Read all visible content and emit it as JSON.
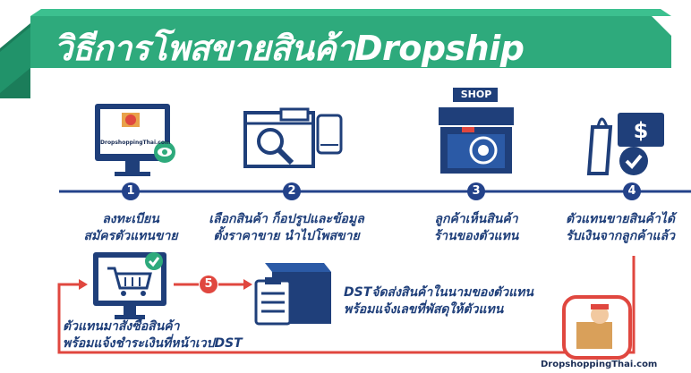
{
  "title": "วิธีการโพสขายสินค้าDropship",
  "steps": [
    {
      "num": "1",
      "line1": "ลงทะเบียน",
      "line2": "สมัครตัวแทนขาย"
    },
    {
      "num": "2",
      "line1": "เลือกสินค้า ก็อปรูปและข้อมูล",
      "line2": "ตั้งราคาขาย นำไปโพสขาย"
    },
    {
      "num": "3",
      "line1": "ลูกค้าเห็นสินค้า",
      "line2": "ร้านของตัวแทน"
    },
    {
      "num": "4",
      "line1": "ตัวแทนขายสินค้าได้",
      "line2": "รับเงินจากลูกค้าแล้ว"
    }
  ],
  "step5": {
    "num": "5"
  },
  "order_text": {
    "line1": "ตัวแทนมาสั่งซื้อสินค้า",
    "line2": "พร้อมแจ้งชำระเงินที่หน้าเวปDST"
  },
  "ship_text": {
    "line1": "DSTจัดส่งสินค้าในนามของตัวแทน",
    "line2": "พร้อมแจ้งเลขที่พัสดุให้ตัวแทน"
  },
  "shop_sign": "SHOP",
  "monitor_brand": "DropshoppingThai.com",
  "brand": "DropshoppingThai.com",
  "colors": {
    "teal": "#2eaa7c",
    "navy": "#1f3f7a",
    "red": "#e0473f",
    "white": "#ffffff"
  },
  "icons": [
    "monitor-icon",
    "browser-search-icon",
    "phone-icon",
    "shop-icon",
    "money-bag-icon",
    "cart-icon",
    "clipboard-box-icon",
    "logo-icon"
  ]
}
